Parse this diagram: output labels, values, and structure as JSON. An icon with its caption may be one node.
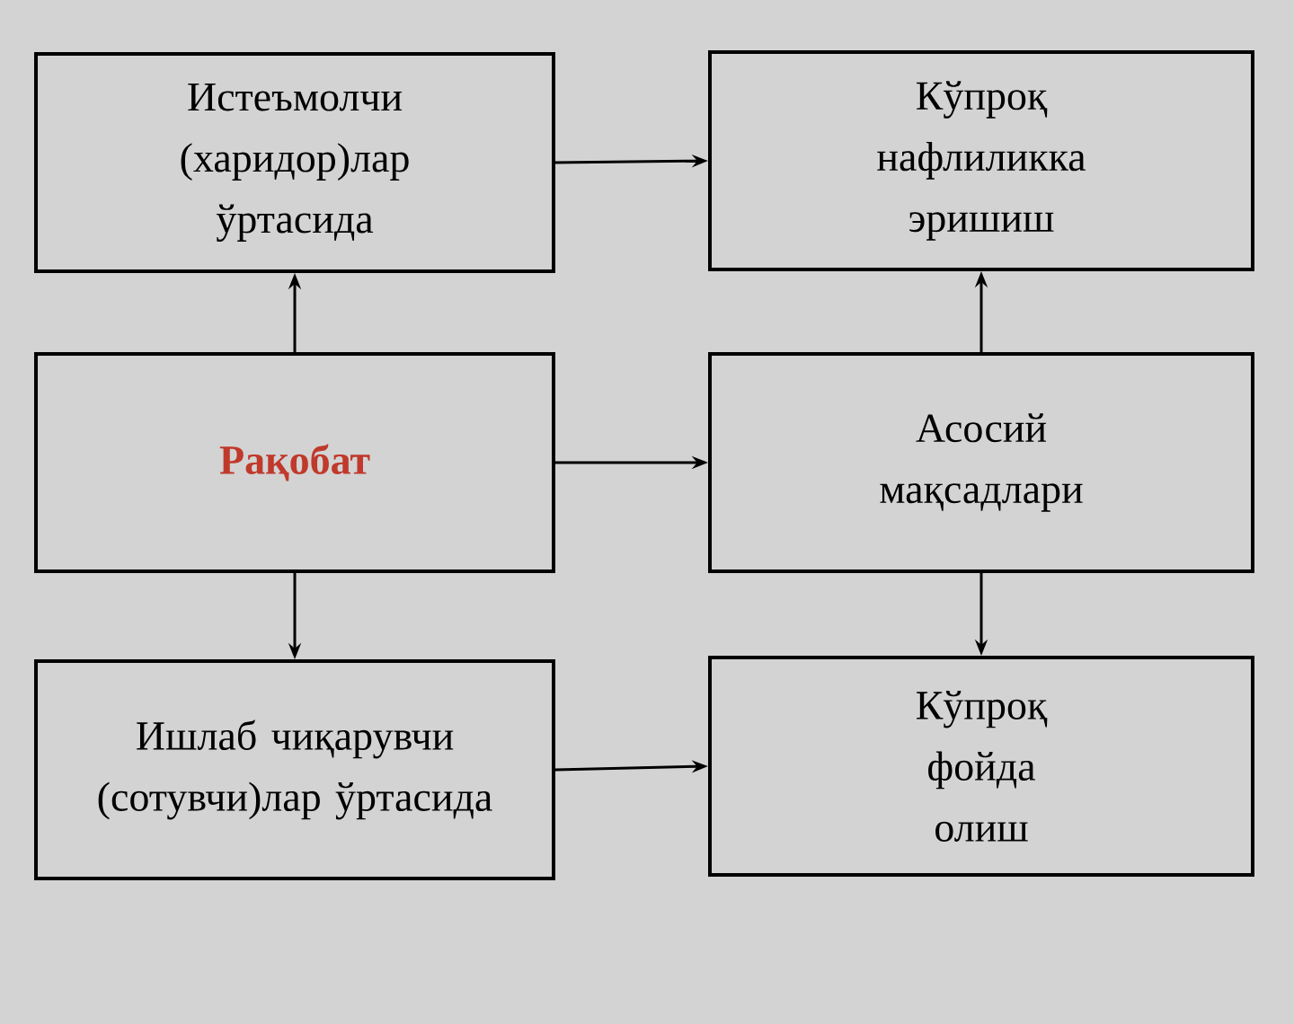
{
  "diagram": {
    "nodes": [
      {
        "text": [
          "Истеъмолчи (харидор)лар ўртасида"
        ]
      },
      {
        "text": [
          "Кўпроқ нафлиликка эришиш"
        ]
      },
      {
        "text": [
          "Рақобат"
        ]
      },
      {
        "text": [
          "Асосий мақсадлари"
        ]
      },
      {
        "text": [
          "Ишлаб чиқарувчи (сотувчи)лар ўртасида"
        ]
      },
      {
        "text": [
          "Кўпроқ фойда олиш"
        ]
      }
    ],
    "edges": [
      {
        "from": 2,
        "to": 0,
        "arrow": "to"
      },
      {
        "from": 0,
        "to": 1,
        "arrow": "to"
      },
      {
        "from": 2,
        "to": 3,
        "arrow": "to"
      },
      {
        "from": 3,
        "to": 1,
        "arrow": "to"
      },
      {
        "from": 2,
        "to": 4,
        "arrow": "to"
      },
      {
        "from": 3,
        "to": 5,
        "arrow": "to"
      },
      {
        "from": 4,
        "to": 5,
        "arrow": "to"
      }
    ]
  }
}
